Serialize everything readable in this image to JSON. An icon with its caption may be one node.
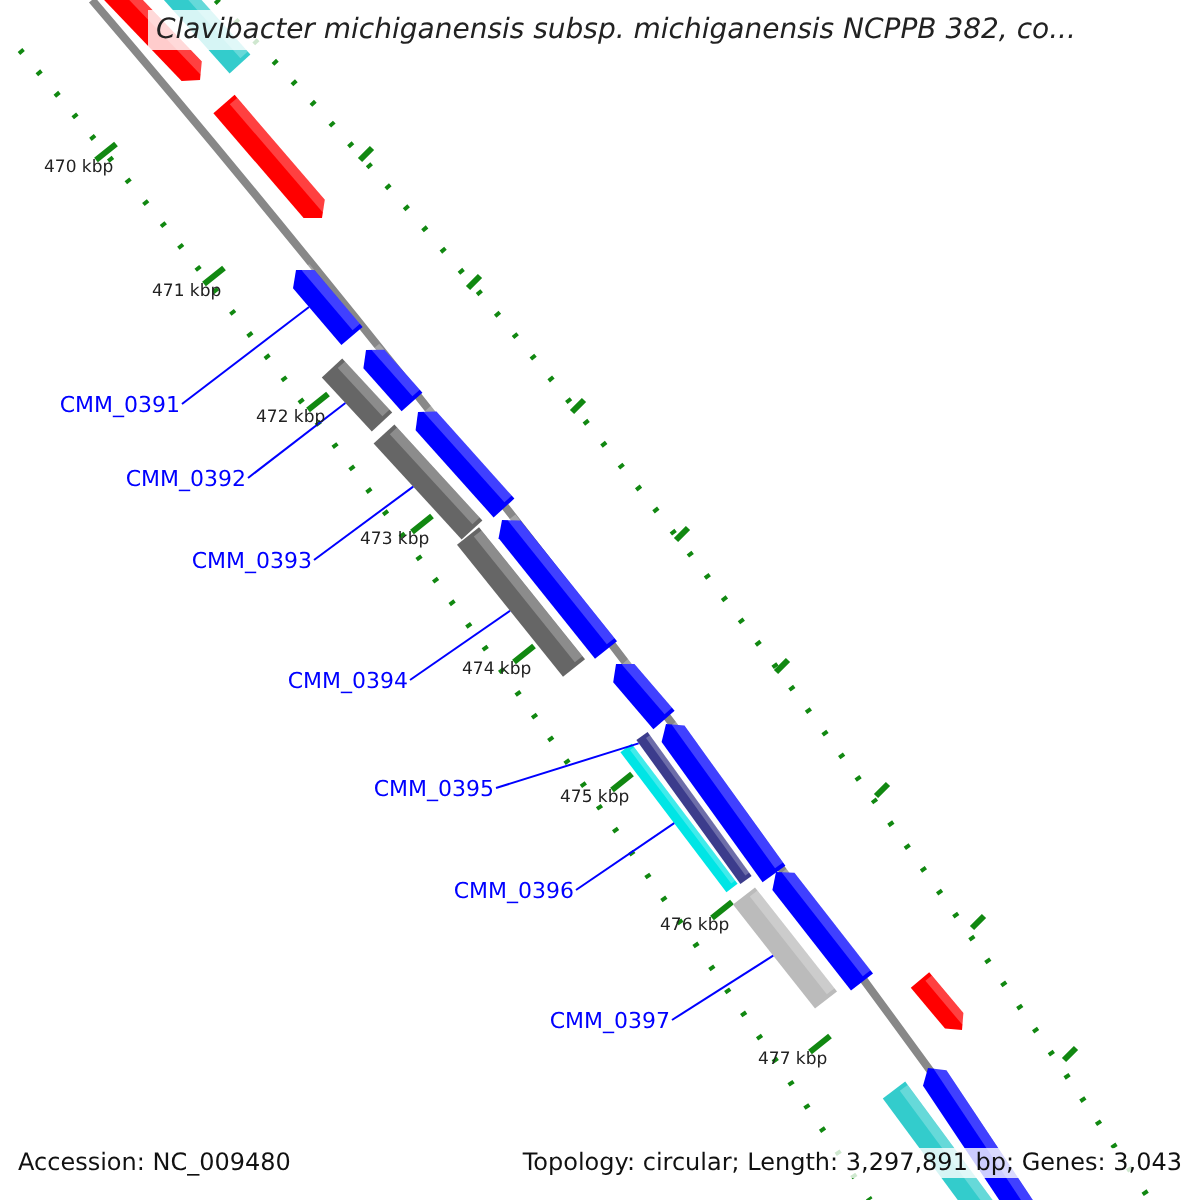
{
  "diagram": {
    "title": "Clavibacter michiganensis subsp. michiganensis NCPPB 382, co...",
    "nodes": [
      {
        "text": [
          "CMM_0391"
        ]
      },
      {
        "text": [
          "CMM_0392"
        ]
      },
      {
        "text": [
          "CMM_0393"
        ]
      },
      {
        "text": [
          "CMM_0394"
        ]
      },
      {
        "text": [
          "CMM_0395"
        ]
      },
      {
        "text": [
          "CMM_0396"
        ]
      },
      {
        "text": [
          "CMM_0397"
        ]
      },
      {
        "text": [],
        "shape": "bar"
      },
      {
        "text": [],
        "shape": "bar"
      },
      {
        "text": [],
        "shape": "bar"
      },
      {
        "text": [],
        "shape": "bar"
      },
      {
        "text": [],
        "shape": "bar"
      },
      {
        "text": [],
        "shape": "bar"
      },
      {
        "text": [],
        "shape": "bar"
      }
    ],
    "edges": [
      {
        "from": 0,
        "to": 7,
        "arrow": "none"
      },
      {
        "from": 1,
        "to": 8,
        "arrow": "none"
      },
      {
        "from": 2,
        "to": 9,
        "arrow": "none"
      },
      {
        "from": 3,
        "to": 10,
        "arrow": "none"
      },
      {
        "from": 4,
        "to": 11,
        "arrow": "none"
      },
      {
        "from": 5,
        "to": 12,
        "arrow": "none"
      },
      {
        "from": 6,
        "to": 13,
        "arrow": "none"
      }
    ],
    "labels": [
      "470 kbp",
      "471 kbp",
      "472 kbp",
      "473 kbp",
      "474 kbp",
      "475 kbp",
      "476 kbp",
      "477 kbp",
      "Accession: NC_009480",
      "Topology: circular; Length: 3,297,891 bp; Genes: 3,043"
    ]
  }
}
